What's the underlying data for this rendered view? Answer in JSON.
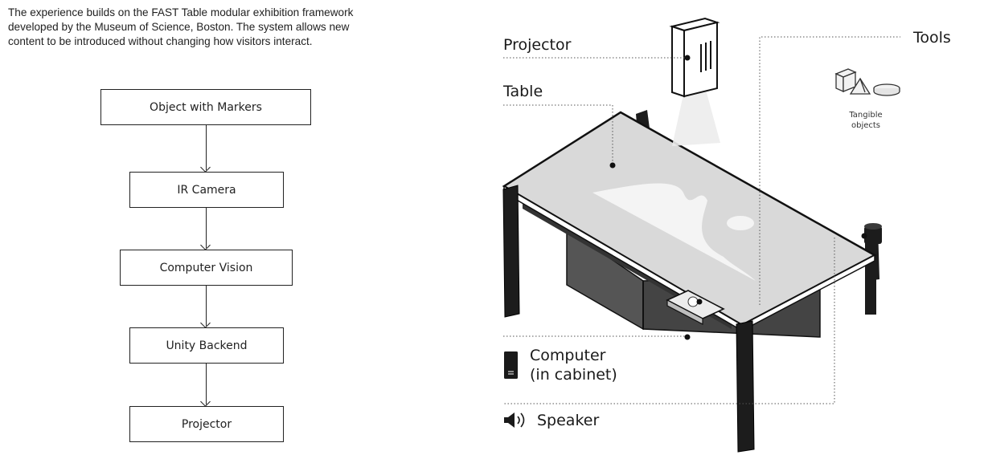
{
  "intro": {
    "line1": "The experience builds on the FAST Table modular exhibition framework",
    "line2": "developed by the Museum of Science, Boston. The system allows new",
    "line3": "content to be introduced without changing how visitors interact."
  },
  "flow": {
    "steps": [
      "Object with Markers",
      "IR Camera",
      "Computer Vision",
      "Unity Backend",
      "Projector"
    ]
  },
  "illustration": {
    "projector": "Projector",
    "table": "Table",
    "tools": "Tools",
    "tangible_line1": "Tangible",
    "tangible_line2": "objects",
    "computer_line1": "Computer",
    "computer_line2": "(in cabinet)",
    "speaker": "Speaker"
  }
}
